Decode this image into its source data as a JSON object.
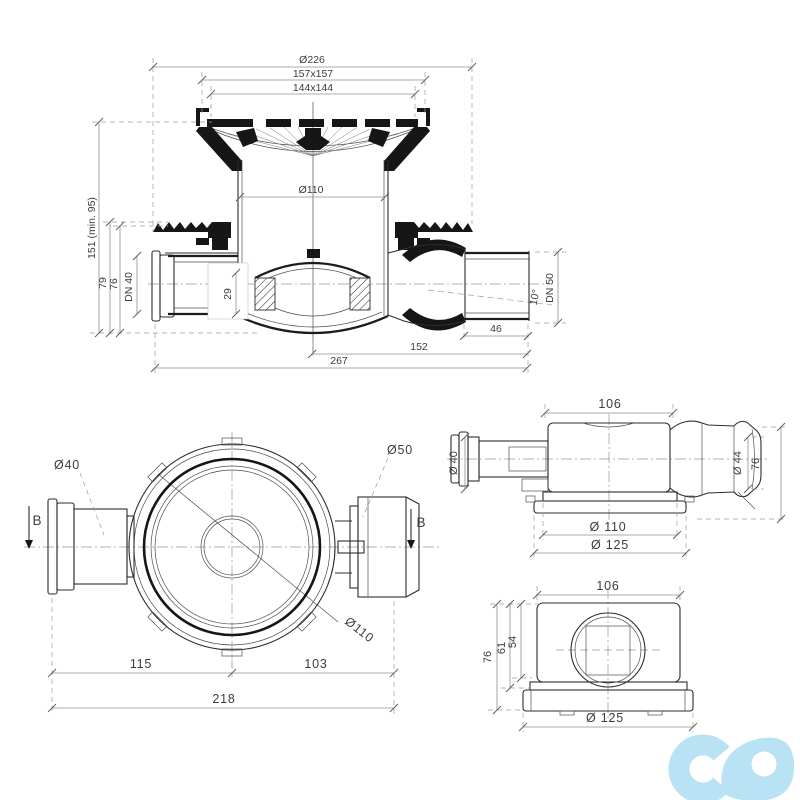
{
  "logo": {
    "color": "#b9e2f4"
  },
  "top": {
    "d226": "Ø226",
    "d157": "157x157",
    "d144": "144x144",
    "d110": "Ø110",
    "d151": "151 (min. 95)",
    "d79": "79",
    "d76": "76",
    "dn40": "DN 40",
    "d29": "29",
    "dn50": "DN 50",
    "ang": "10°",
    "d46": "46",
    "d152": "152",
    "d267": "267"
  },
  "plan": {
    "d40": "Ø40",
    "d50": "Ø50",
    "b_left": "B",
    "b_right": "B",
    "d110": "Ø110",
    "d115": "115",
    "d103": "103",
    "d218": "218"
  },
  "side": {
    "d106": "106",
    "d40": "Ø 40",
    "d44": "Ø 44",
    "d76": "76",
    "d110": "Ø 110",
    "d125": "Ø 125"
  },
  "front": {
    "d106": "106",
    "d54": "54",
    "d61": "61",
    "d76": "76",
    "d125": "Ø 125"
  }
}
